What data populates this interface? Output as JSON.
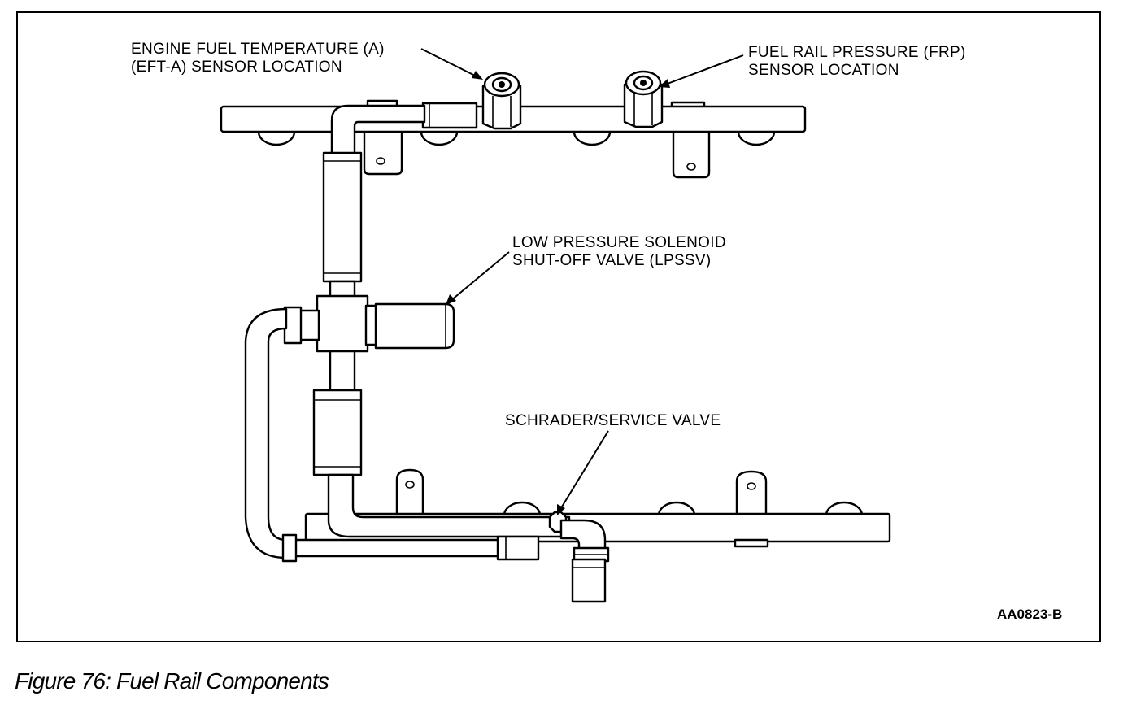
{
  "labels": {
    "eft_a": {
      "line1": "ENGINE FUEL TEMPERATURE (A)",
      "line2": "(EFT-A) SENSOR LOCATION"
    },
    "frp": {
      "line1": "FUEL RAIL PRESSURE (FRP)",
      "line2": "SENSOR LOCATION"
    },
    "lpssv": {
      "line1": "LOW PRESSURE SOLENOID",
      "line2": "SHUT-OFF VALVE (LPSSV)"
    },
    "schrader": {
      "line1": "SCHRADER/SERVICE VALVE"
    }
  },
  "figure_id": "AA0823-B",
  "caption": "Figure 76: Fuel Rail Components"
}
